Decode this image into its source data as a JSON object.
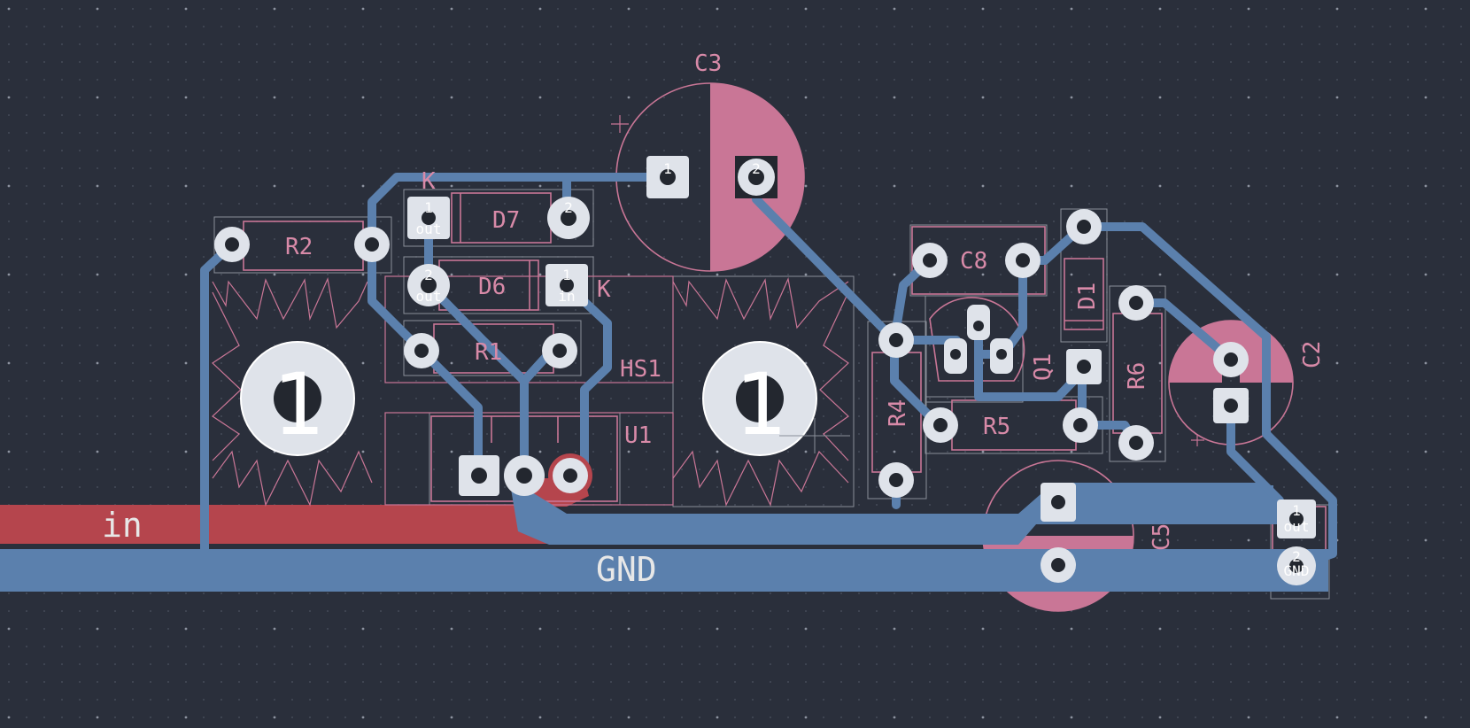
{
  "colors": {
    "background": "#2a2f3b",
    "grid_dot": "#4c5260",
    "back_copper": "#5b80ad",
    "front_copper": "#b5454d",
    "silkscreen": "#c97696",
    "pad": "#dfe3ea"
  },
  "nets": {
    "in": "in",
    "gnd": "GND"
  },
  "components": {
    "c3": "C3",
    "r2": "R2",
    "d7": "D7",
    "d6": "D6",
    "r1": "R1",
    "hs1": "HS1",
    "u1": "U1",
    "c8": "C8",
    "d1": "D1",
    "q1": "Q1",
    "r6": "R6",
    "c2": "C2",
    "r4": "R4",
    "r5": "R5",
    "c5": "C5"
  },
  "labels": {
    "k_d7": "K",
    "k_d6": "K",
    "pin1": "1",
    "pin2": "2",
    "out": "out",
    "in": "in",
    "gnd_pin": "GND",
    "hs_num": "1"
  }
}
